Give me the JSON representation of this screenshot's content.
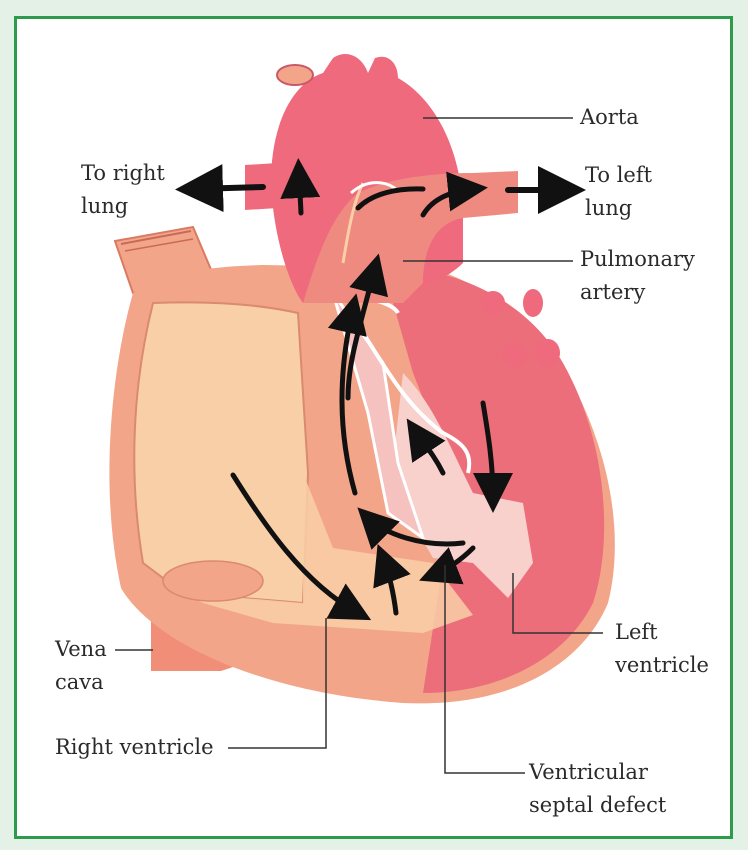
{
  "labels": {
    "aorta": "Aorta",
    "to_right_lung": "To right\nlung",
    "to_left_lung": "To left\nlung",
    "pulmonary_artery": "Pulmonary\nartery",
    "left_ventricle": "Left\nventricle",
    "vena_cava": "Vena\ncava",
    "right_ventricle": "Right ventricle",
    "ventricular_septal_defect": "Ventricular\nseptal defect"
  },
  "colors": {
    "frame_border": "#2e9a4e",
    "frame_background": "#e3f1e6",
    "right_heart": "#f3a58a",
    "right_ventricle_light": "#f9cfa8",
    "left_heart": "#ec6e7a",
    "pulmonary_artery": "#ef8a80",
    "aorta": "#ee6a7c",
    "arrows": "#111111"
  }
}
